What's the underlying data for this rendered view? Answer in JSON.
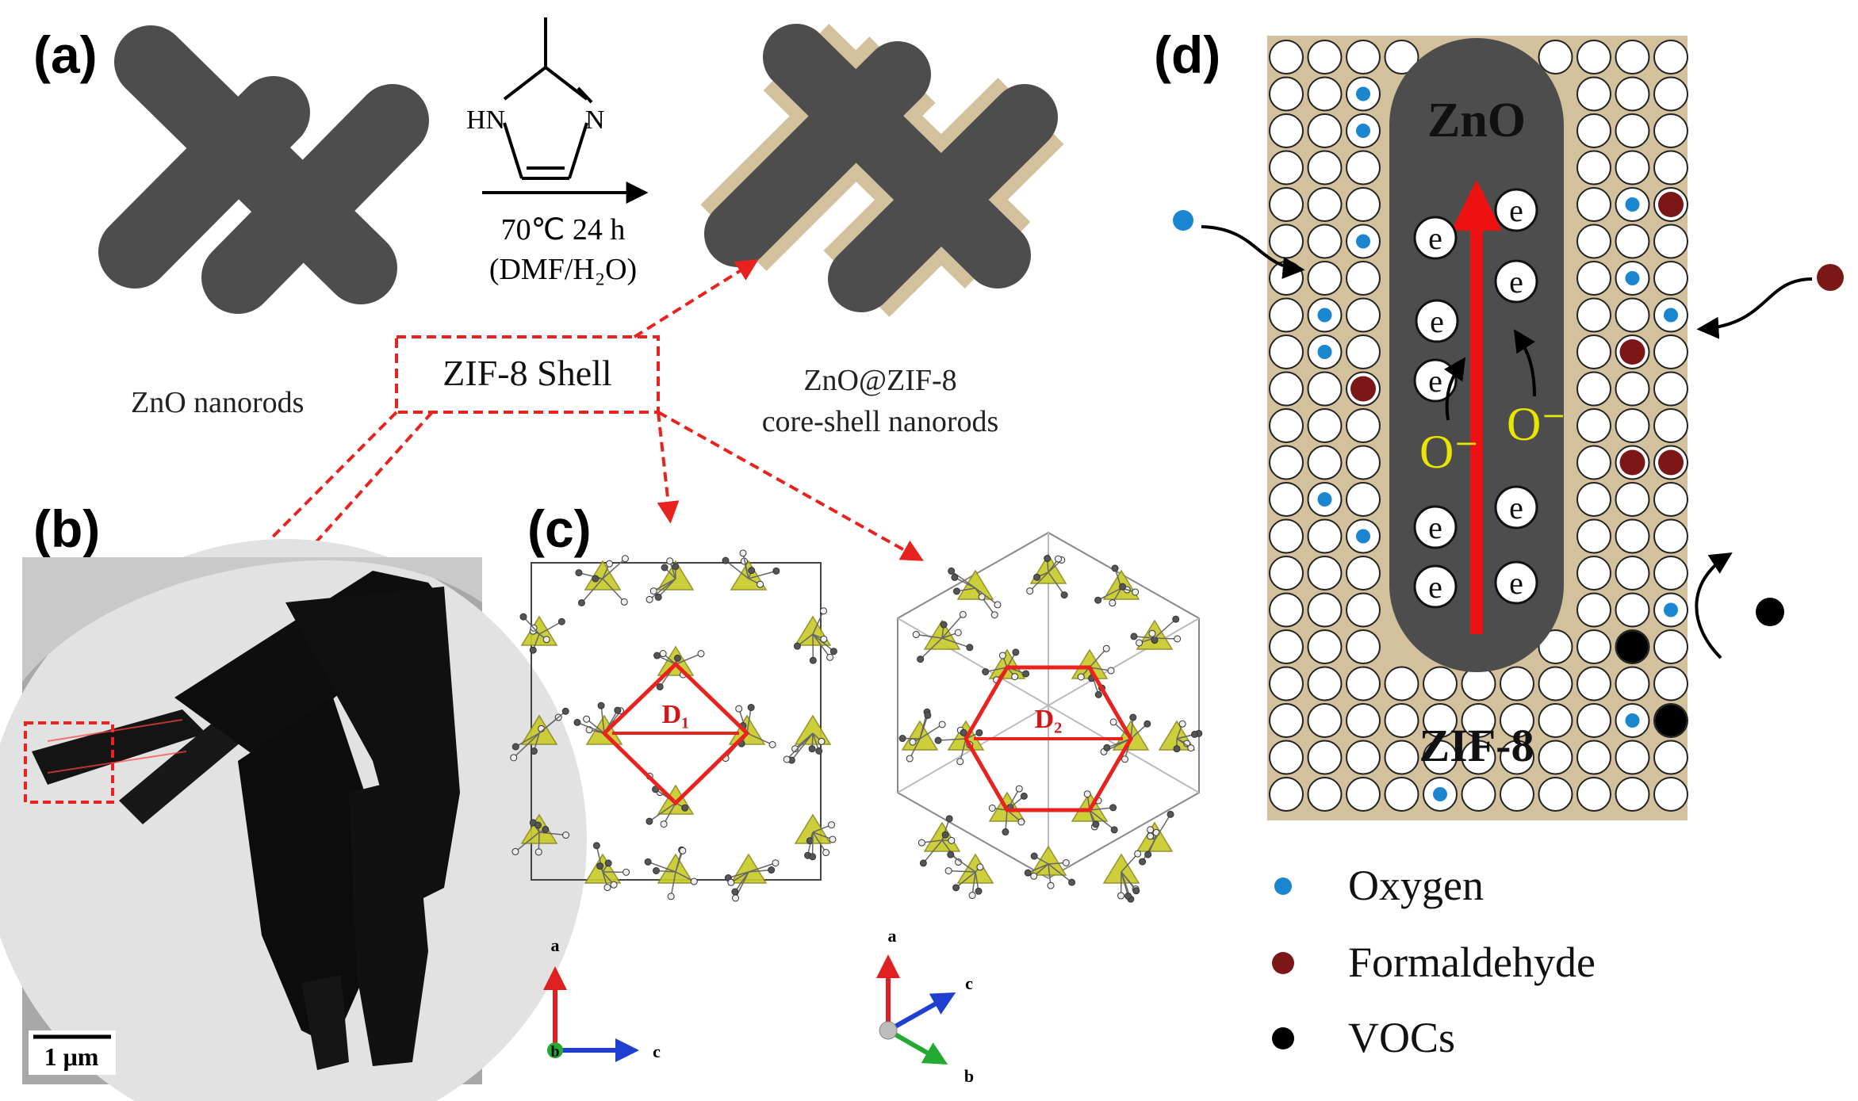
{
  "panels": {
    "a": {
      "label": "(a)",
      "reagent": {
        "ring_nh": "HN",
        "ring_n": "N"
      },
      "conditions": {
        "line1": "70℃ 24 h",
        "line2": "(DMF/H₂O)"
      },
      "zno_label": "ZnO nanorods",
      "shell_label": "ZIF-8  Shell",
      "coreshell_label_line1": "ZnO@ZIF-8",
      "coreshell_label_line2": "core-shell nanorods"
    },
    "b": {
      "label": "(b)",
      "scale_bar": "1 μm"
    },
    "c": {
      "label": "(c)",
      "pore1": "D₁",
      "pore2": "D₂",
      "axes1": {
        "a": "a",
        "b": "b",
        "c": "c"
      },
      "axes2": {
        "a": "a",
        "b": "b",
        "c": "c"
      }
    },
    "d": {
      "label": "(d)",
      "core_label": "ZnO",
      "shell_label": "ZIF-8",
      "electron": "e",
      "oxygen_ion": "O⁻",
      "legend": [
        {
          "label": "Oxygen",
          "color": "#1a86d0"
        },
        {
          "label": "Formaldehyde",
          "color": "#7b1717"
        },
        {
          "label": "VOCs",
          "color": "#000000"
        }
      ]
    }
  },
  "colors": {
    "rod": "#4d4d4d",
    "shell": "#d2c19c",
    "arrow_dashed": "#e8231f",
    "electron_flow": "#ee1111",
    "ion_text": "#e6e600",
    "tetrahedron": "#c8cc2a"
  }
}
